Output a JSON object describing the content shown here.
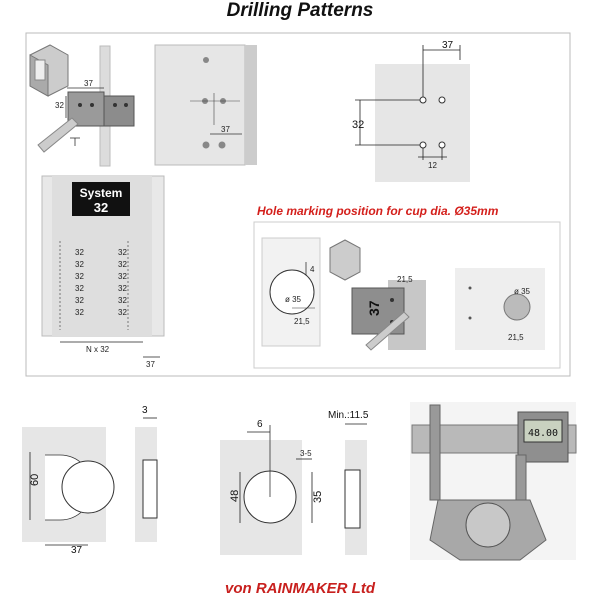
{
  "title": "Drilling Patterns",
  "footer": "von RAINMAKER Ltd",
  "red_note": "Hole marking position for cup dia. Ø35mm",
  "logo": {
    "line1": "System",
    "line2": "32"
  },
  "panel1": {
    "d37": "37",
    "d32": "32",
    "d37b": "37"
  },
  "panel2": {
    "d37": "37",
    "d32": "32",
    "d12": "12"
  },
  "system32": {
    "row_label": "32",
    "bottom_left": "N x 32",
    "bottom_right": "37"
  },
  "hole_marking": {
    "d4": "4",
    "d35": "ø 35",
    "d21_5": "21,5",
    "plate_21_5": "21,5",
    "plate_37": "37",
    "right_d35": "ø 35",
    "right_21_5": "21,5"
  },
  "bottom1": {
    "d3": "3",
    "d60": "60",
    "d37": "37"
  },
  "bottom2": {
    "d6": "6",
    "d48": "48",
    "d35": "35",
    "d3_5": "3-5",
    "min": "Min.:11.5"
  },
  "caliper": {
    "reading": "48.00"
  }
}
